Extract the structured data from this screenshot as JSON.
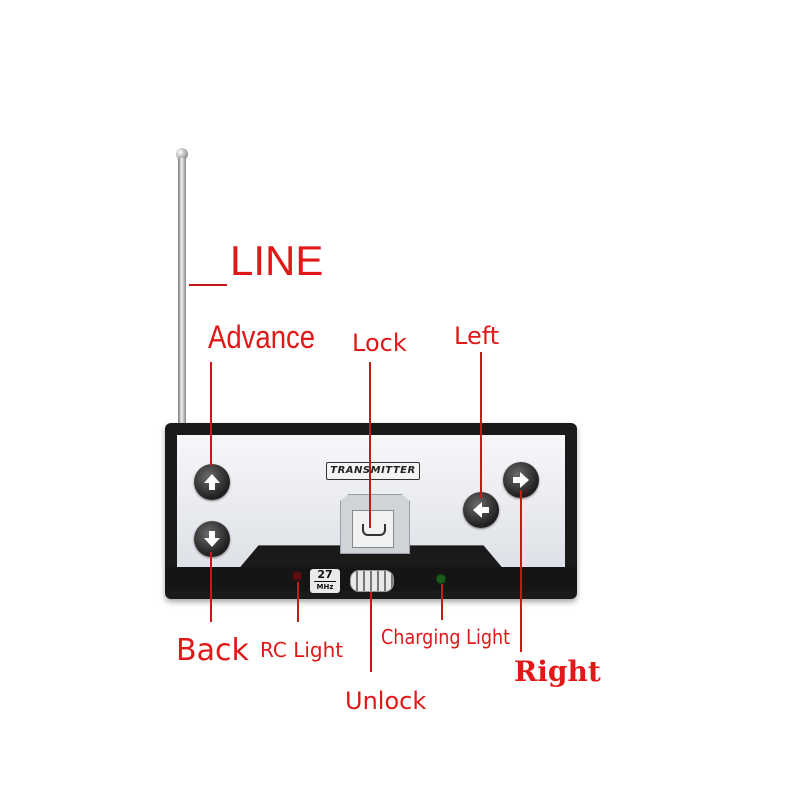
{
  "labels": {
    "line": "LINE",
    "advance": "Advance",
    "lock": "Lock",
    "left": "Left",
    "back": "Back",
    "rc_light": "RC Light",
    "charging_light": "Charging Light",
    "unlock": "Unlock",
    "right": "Right"
  },
  "device": {
    "brand_label": "TRANSMITTER",
    "frequency_number": "27",
    "frequency_unit": "MHz"
  },
  "colors": {
    "label_red": "#e01818",
    "body_black": "#1a1a1a",
    "panel_silver": "#eceef2"
  }
}
